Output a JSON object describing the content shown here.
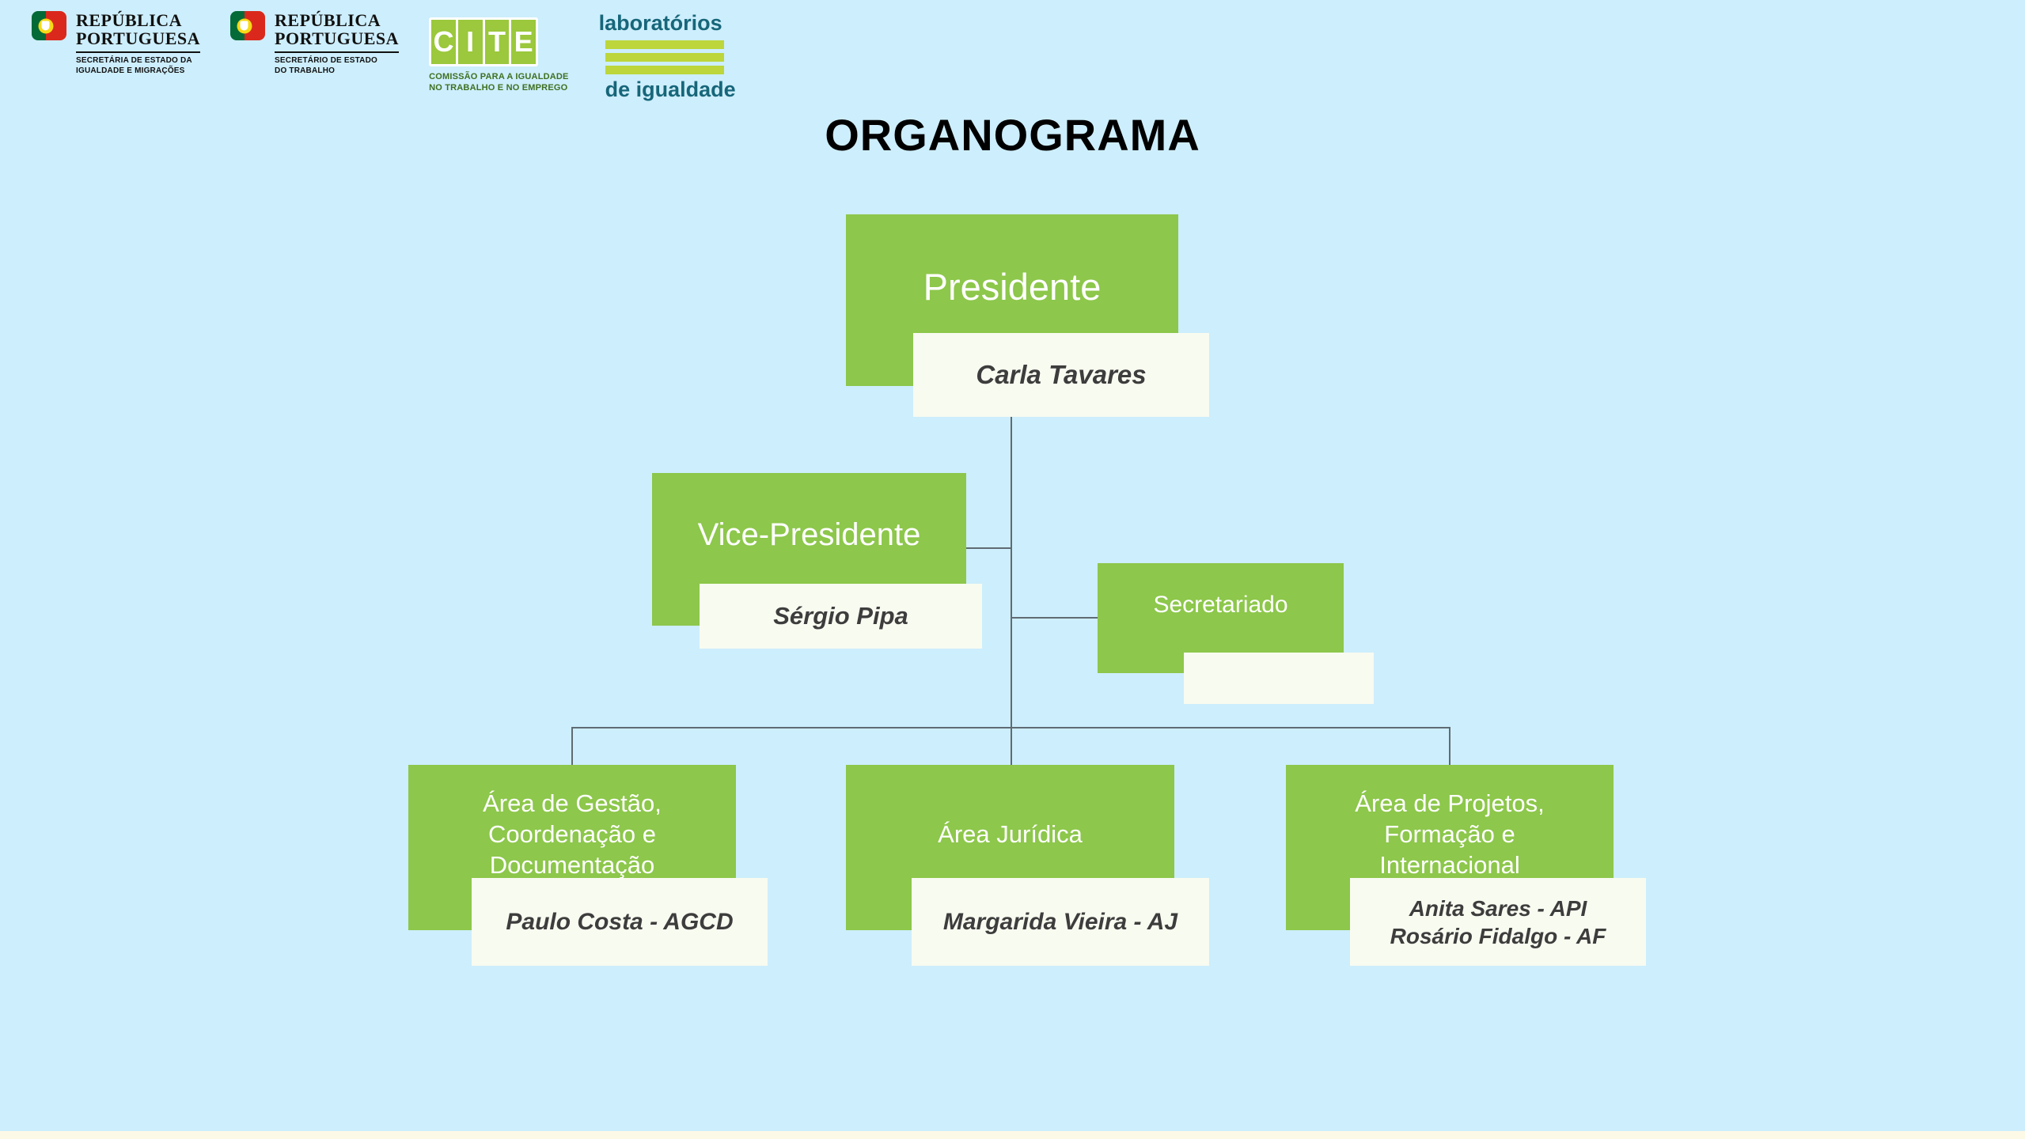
{
  "page": {
    "title": "ORGANOGRAMA"
  },
  "logos": {
    "gov_equality": {
      "name_line1": "REPÚBLICA",
      "name_line2": "PORTUGUESA",
      "sub_line1": "SECRETÁRIA DE ESTADO DA",
      "sub_line2": "IGUALDADE E MIGRAÇÕES"
    },
    "gov_labour": {
      "name_line1": "REPÚBLICA",
      "name_line2": "PORTUGUESA",
      "sub_line1": "SECRETÁRIO DE ESTADO",
      "sub_line2": "DO TRABALHO"
    },
    "cite": {
      "letters": [
        "C",
        "I",
        "T",
        "E"
      ],
      "sub_line1": "COMISSÃO PARA A IGUALDADE",
      "sub_line2": "NO TRABALHO E NO EMPREGO"
    },
    "labs": {
      "line1": "laboratórios",
      "line2": "de igualdade"
    }
  },
  "org": {
    "president": {
      "title": "Presidente",
      "name": "Carla Tavares"
    },
    "vice_president": {
      "title": "Vice-Presidente",
      "name": "Sérgio Pipa"
    },
    "secretariat": {
      "title": "Secretariado",
      "name": ""
    },
    "areas": [
      {
        "title": "Área de Gestão, Coordenação e Documentação",
        "name": "Paulo Costa - AGCD"
      },
      {
        "title": "Área Jurídica",
        "name": "Margarida Vieira - AJ"
      },
      {
        "title": "Área de Projetos, Formação e Internacional",
        "name": "Anita Sares - API\nRosário Fidalgo - AF"
      }
    ]
  },
  "colors": {
    "background": "#cdeefc",
    "box_green": "#8dc74b",
    "card_bg": "#f8fbf0",
    "connector": "#5f6b73",
    "logo_teal": "#17667a",
    "logo_stripe_green": "#bcd63b",
    "cite_green": "#9bc83c",
    "flag_green": "#046a38",
    "flag_red": "#da291c"
  }
}
